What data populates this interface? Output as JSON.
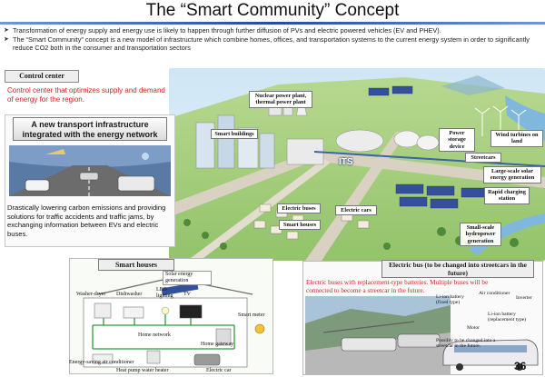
{
  "title": "The “Smart Community” Concept",
  "intro": {
    "bullets": [
      "Transformation of energy supply and energy use is likely to happen through further diffusion of PVs and electric powered vehicles (EV and PHEV).",
      "The “Smart Community” concept is a new model of infrastructure which combine homes, offices, and transportation systems to the current energy system in order to significantly reduce CO2 both in the consumer and transportation sectors"
    ]
  },
  "control_center": {
    "heading": "Control center",
    "text": "Control center that optimizes supply and demand of energy for the region."
  },
  "transport": {
    "heading": "A new transport infrastructure integrated with the energy network",
    "text": "Drastically lowering carbon emissions and providing solutions for traffic accidents and traffic jams, by exchanging information between EVs and electric buses."
  },
  "city_labels": {
    "nuclear": "Nuclear power plant, thermal power plant",
    "smart_buildings": "Smart buildings",
    "power_storage": "Power storage device",
    "wind_turbines": "Wind turbines on land",
    "its": "ITS",
    "streetcars": "Streetcars",
    "large_solar": "Large-scale solar energy generation",
    "rapid_charging": "Rapid charging station",
    "electric_buses": "Electric buses",
    "electric_cars": "Electric cars",
    "smart_houses": "Smart houses",
    "hydropower": "Small-scale hydropower generation"
  },
  "smart_houses": {
    "heading": "Smart houses",
    "solar": "Solar energy generation",
    "washer": "Washer-dryer",
    "dishwasher": "Dishwasher",
    "led": "LED lighting",
    "tv": "TV",
    "smart_meter": "Smart meter",
    "home_network": "Home network",
    "home_gateway": "Home gateway",
    "air_conditioner": "Energy-saving air conditioner",
    "heat_pump": "Heat pump water heater",
    "electric_car": "Electric car"
  },
  "electric_bus": {
    "heading": "Electric bus (to be changed into streetcars in the future)",
    "text": "Electric buses with replacement-type batteries. Multiple buses will be connected to become a streetcar in the future.",
    "battery_fixed": "Li-ion battery (fixed type)",
    "air_conditioner": "Air conditioner",
    "inverter": "Inverter",
    "battery_replacement": "Li-ion battery (replacement type)",
    "motor": "Motor",
    "possibility": "Possibly to be changed into a streetcar in the future."
  },
  "page_number": "36",
  "colors": {
    "accent_red": "#d12424",
    "title_rule": "#1e4f9a"
  }
}
